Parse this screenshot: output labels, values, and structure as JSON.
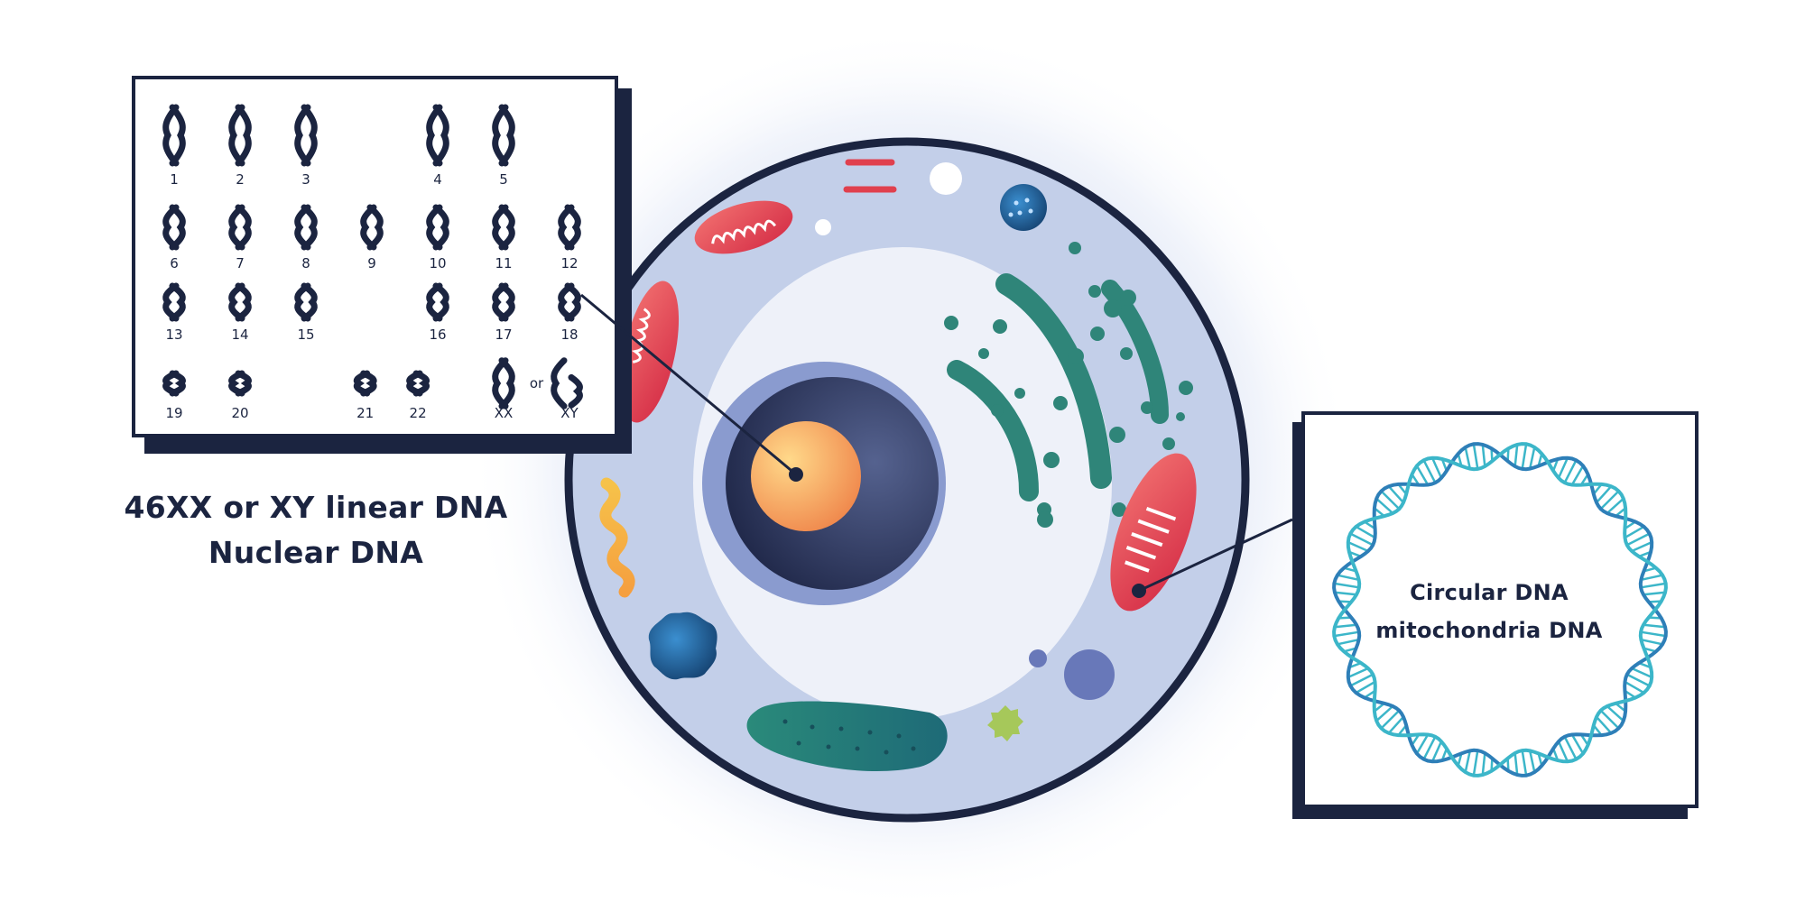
{
  "karyotype": {
    "rows": [
      [
        {
          "label": "1"
        },
        {
          "label": "2"
        },
        {
          "label": "3"
        },
        {
          "label": "4"
        },
        {
          "label": "5"
        }
      ],
      [
        {
          "label": "6"
        },
        {
          "label": "7"
        },
        {
          "label": "8"
        },
        {
          "label": "9"
        },
        {
          "label": "10"
        },
        {
          "label": "11"
        },
        {
          "label": "12"
        }
      ],
      [
        {
          "label": "13"
        },
        {
          "label": "14"
        },
        {
          "label": "15"
        },
        {
          "label": "16"
        },
        {
          "label": "17"
        },
        {
          "label": "18"
        }
      ],
      [
        {
          "label": "19"
        },
        {
          "label": "20"
        },
        {
          "label": "21"
        },
        {
          "label": "22"
        },
        {
          "label": "XX"
        },
        {
          "label": "XY"
        }
      ]
    ],
    "connector": "or"
  },
  "nuclear_caption": {
    "line1": "46XX or XY linear DNA",
    "line2": "Nuclear DNA"
  },
  "mito_caption": {
    "line1": "Circular DNA",
    "line2": "mitochondria DNA"
  },
  "colors": {
    "outline": "#1b2440",
    "cytoplasm": "#c3cfe9",
    "nucleus_dark": "#2b3560",
    "nucleolus": "#f5a05a",
    "mitochondria": "#e0404e",
    "er_teal": "#2f8579",
    "dna_blue": "#2e7fb8",
    "dna_teal": "#3cb6c9"
  }
}
